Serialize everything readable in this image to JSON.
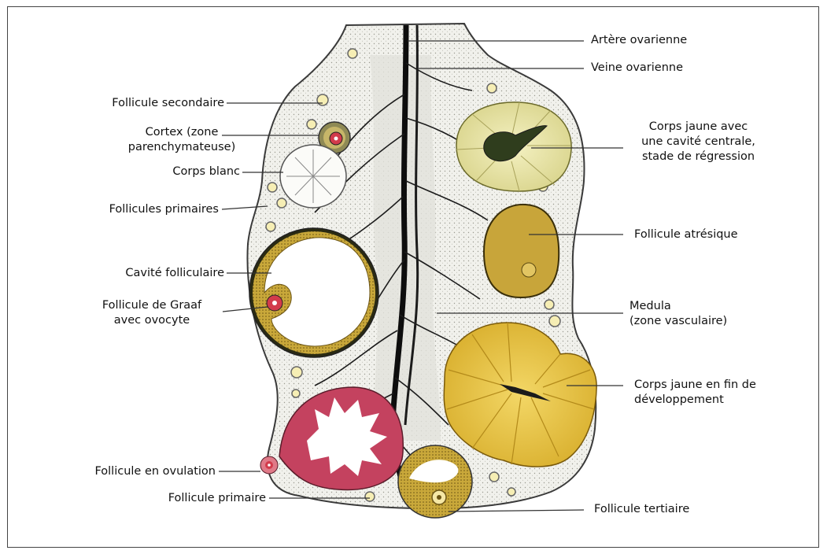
{
  "labels": {
    "artere_ovarienne": "Artère ovarienne",
    "veine_ovarienne": "Veine ovarienne",
    "follicule_secondaire": "Follicule secondaire",
    "cortex": "Cortex (zone\nparenchymateuse)",
    "corps_blanc": "Corps blanc",
    "follicules_primaires": "Follicules primaires",
    "cavite_folliculaire": "Cavité folliculaire",
    "follicule_de_graaf": "Follicule de Graaf\navec ovocyte",
    "follicule_en_ovulation": "Follicule en ovulation",
    "follicule_primaire": "Follicule   primaire",
    "corps_jaune_regression": "Corps jaune avec\nune cavité centrale,\nstade de régression",
    "follicule_atresique": "Follicule atrésique",
    "medula": "Medula\n(zone vasculaire)",
    "corps_jaune_fin": "Corps jaune en fin de\ndéveloppement",
    "follicule_tertiaire": "Follicule tertiaire"
  },
  "colors": {
    "stroma": "#efefe9",
    "vessel": "#111111",
    "corpus_luteum_pale": "#e6e3a6",
    "corpus_luteum_bright": "#e6c23a",
    "follicle_wall": "#b99b2a",
    "ovulation_red": "#c4425f",
    "oocyte_red": "#d23b4b"
  }
}
